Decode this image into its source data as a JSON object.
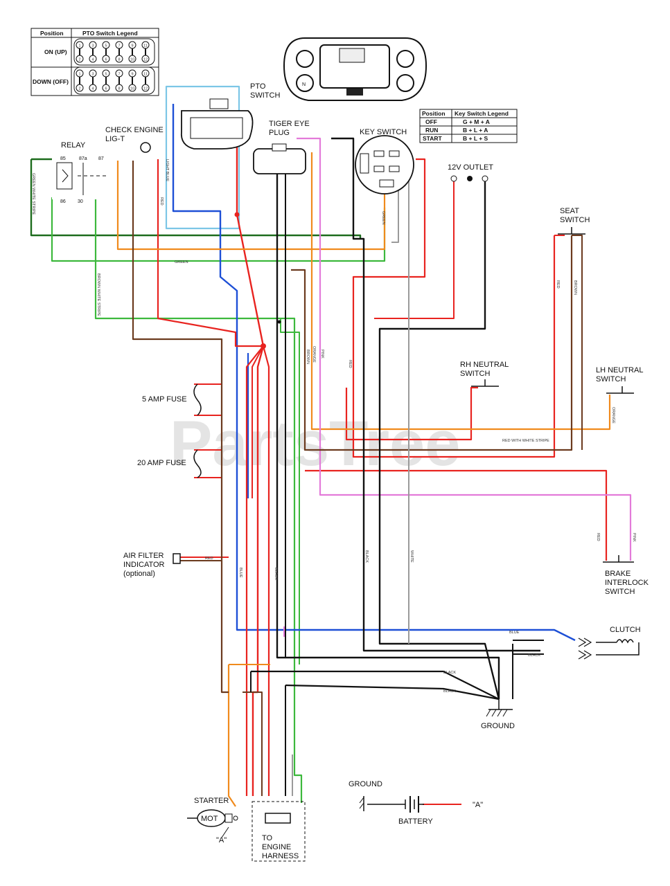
{
  "pto_legend": {
    "header_position": "Position",
    "header_title": "PTO Switch Legend",
    "rows": [
      {
        "position": "ON (UP)",
        "top_pins": [
          "1",
          "3",
          "5",
          "7",
          "9",
          "11"
        ],
        "bottom_pins": [
          "2",
          "4",
          "6",
          "8",
          "10",
          "12"
        ]
      },
      {
        "position": "DOWN (OFF)",
        "top_pins": [
          "1",
          "3",
          "5",
          "7",
          "9",
          "11"
        ],
        "bottom_pins": [
          "2",
          "4",
          "6",
          "8",
          "10",
          "12"
        ]
      }
    ]
  },
  "key_legend": {
    "header_position": "Position",
    "header_title": "Key Switch Legend",
    "rows": [
      {
        "position": "OFF",
        "value": "G + M + A"
      },
      {
        "position": "RUN",
        "value": "B + L + A"
      },
      {
        "position": "START",
        "value": "B + L + S"
      }
    ]
  },
  "components": {
    "pto_switch": "PTO\nSWITCH",
    "tiger_eye": "TIGER EYE\nPLUG",
    "key_switch": "KEY SWITCH",
    "relay": "RELAY",
    "check_engine": "CHECK ENGINE\nLIG-T",
    "outlet": "12V OUTLET",
    "seat_switch": "SEAT\nSWITCH",
    "rh_neutral": "RH NEUTRAL\nSWITCH",
    "lh_neutral": "LH NEUTRAL\nSWITCH",
    "fuse5": "5 AMP FUSE",
    "fuse20": "20 AMP FUSE",
    "air_filter": "AIR FILTER\nINDICATOR\n(optional)",
    "brake": "BRAKE\nINTERLOCK\nSWITCH",
    "clutch": "CLUTCH",
    "ground": "GROUND",
    "ground2": "GROUND",
    "battery": "BATTERY",
    "starter": "STARTER",
    "engine_harness": "TO\nENGINE\nHARNESS",
    "a_label": "\"A\"",
    "a_label2": "\"A\"",
    "mot": "MOT"
  },
  "relay_pins": [
    "85",
    "87a",
    "87",
    "86",
    "30"
  ],
  "wire_labels": {
    "green": "GREEN",
    "blue": "BLUE",
    "black": "BLACK",
    "red": "RED",
    "white": "WHITE",
    "pink": "PINK",
    "brown": "BROWN",
    "orange": "ORANGE",
    "light_blue": "LIGHT BLUE",
    "red_white": "RED WITH WHITE STRIPE",
    "green_white": "GREEN WHITE STRIPE",
    "brown_white": "BROWN WHITE STRIPE"
  },
  "watermark": "PartsTree",
  "colors": {
    "red": "#e8231f",
    "black": "#111111",
    "blue": "#1d4fd6",
    "lightblue": "#7cc6e6",
    "green": "#3cb83c",
    "darkgreen": "#1c6b1c",
    "brown": "#6b3a1e",
    "orange": "#f08a1c",
    "pink": "#e37ad9",
    "white": "#9a9a9a"
  }
}
